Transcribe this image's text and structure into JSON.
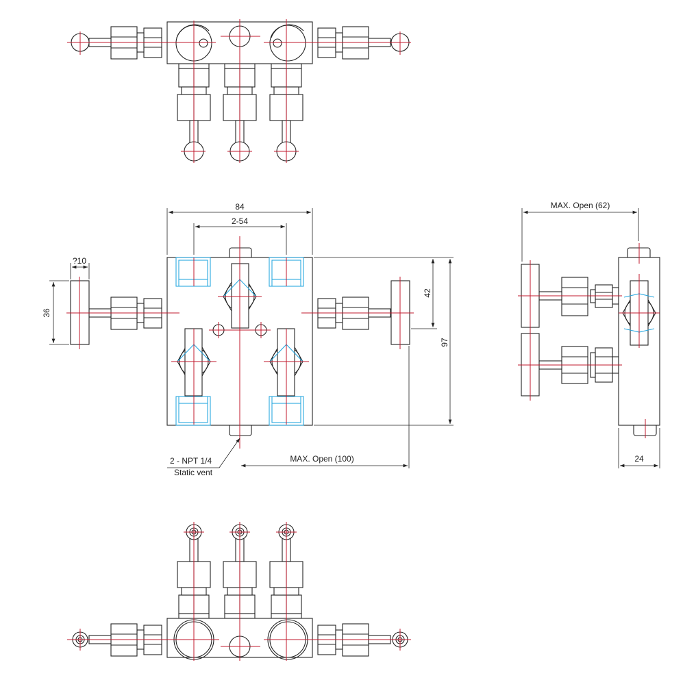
{
  "dimensions": {
    "overall_width": "84",
    "port_spacing": "2-54",
    "handle_diameter": "?10",
    "handle_height": "36",
    "valve_offset": "42",
    "overall_height": "97",
    "max_open_front": "MAX. Open (100)",
    "max_open_side": "MAX. Open (62)",
    "body_depth": "24"
  },
  "callouts": {
    "vent_port": "2 - NPT 1/4",
    "vent_label": "Static vent"
  },
  "colors": {
    "outline": "#222222",
    "centerline": "#c0182c",
    "hidden_port": "#2aa8e0"
  }
}
